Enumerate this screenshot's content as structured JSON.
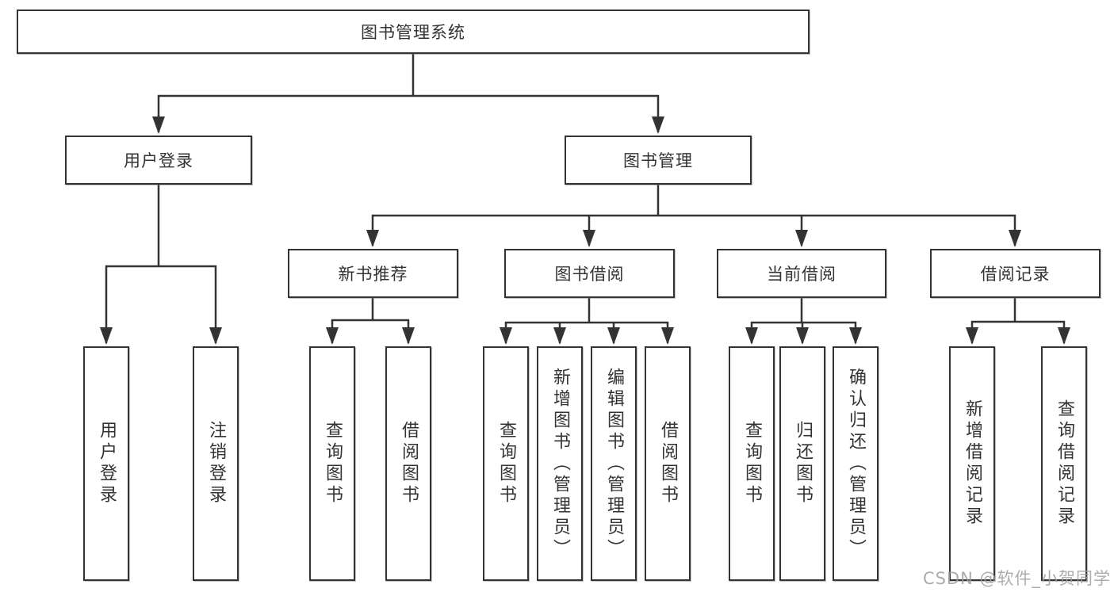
{
  "diagram": {
    "title": "图书管理系统",
    "root": {
      "label": "图书管理系统"
    },
    "level2": {
      "user_login": {
        "label": "用户登录"
      },
      "book_mgmt": {
        "label": "图书管理"
      }
    },
    "level3": {
      "new_book": {
        "label": "新书推荐"
      },
      "book_borrow": {
        "label": "图书借阅"
      },
      "current_borrow": {
        "label": "当前借阅"
      },
      "borrow_record": {
        "label": "借阅记录"
      }
    },
    "leaves": {
      "user_login": [
        "用户登录",
        "注销登录"
      ],
      "new_book": [
        "查询图书",
        "借阅图书"
      ],
      "book_borrow": [
        "查询图书",
        "新增图书（管理员）",
        "编辑图书（管理员）",
        "借阅图书"
      ],
      "current_borrow": [
        "查询图书",
        "归还图书",
        "确认归还（管理员）"
      ],
      "borrow_record": [
        "新增借阅记录",
        "查询借阅记录"
      ]
    }
  },
  "watermark": {
    "text": "CSDN @软件_小贺同学"
  },
  "colors": {
    "line": "#333333",
    "text": "#333333",
    "watermark": "#9e9e9e",
    "background": "#ffffff"
  }
}
